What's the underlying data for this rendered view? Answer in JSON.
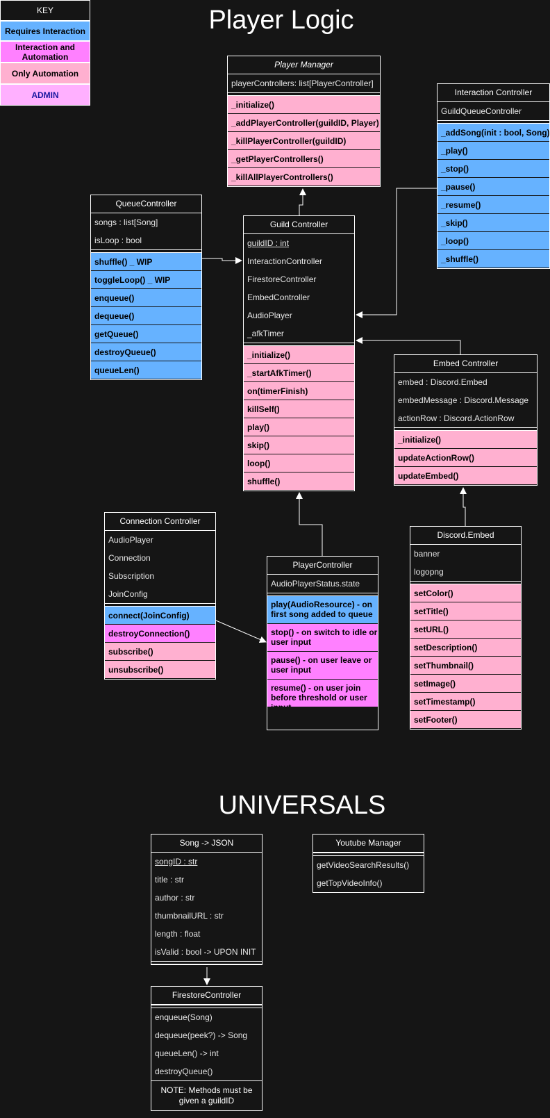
{
  "titles": {
    "player_logic": "Player Logic",
    "universals": "UNIVERSALS"
  },
  "key": {
    "title": "KEY",
    "items": [
      {
        "label": "Requires Interaction",
        "color": "#66b2ff"
      },
      {
        "label": "Interaction and Automation",
        "color": "#ff80ff"
      },
      {
        "label": "Only Automation",
        "color": "#ffb0d0"
      },
      {
        "label": "ADMIN",
        "color": "#ffb0ff"
      }
    ]
  },
  "player_manager": {
    "title": "Player Manager",
    "attributes": [
      "playerControllers: list[PlayerController]"
    ],
    "methods": [
      "_initialize()",
      "_addPlayerController(guildID, Player)",
      "_killPlayerController(guildID)",
      "_getPlayerControllers()",
      "_killAllPlayerControllers()"
    ]
  },
  "interaction_controller": {
    "title": "Interaction Controller",
    "attributes": [
      "GuildQueueController"
    ],
    "methods": [
      "_addSong(init : bool, Song)",
      "_play()",
      "_stop()",
      "_pause()",
      "_resume()",
      "_skip()",
      "_loop()",
      "_shuffle()"
    ]
  },
  "queue_controller": {
    "title": "QueueController",
    "attributes": [
      "songs : list[Song]",
      "isLoop : bool"
    ],
    "methods": [
      "shuffle() _ WIP",
      "toggleLoop() _ WIP",
      "enqueue()",
      "dequeue()",
      "getQueue()",
      "destroyQueue()",
      "queueLen()"
    ]
  },
  "guild_controller": {
    "title": "Guild Controller",
    "attributes": [
      "guildID : int",
      "InteractionController",
      "FirestoreController",
      "EmbedController",
      "AudioPlayer",
      "_afkTimer"
    ],
    "methods": [
      "_initialize()",
      "_startAfkTimer()",
      "on(timerFinish)",
      "killSelf()",
      "play()",
      "skip()",
      "loop()",
      "shuffle()"
    ]
  },
  "embed_controller": {
    "title": "Embed Controller",
    "attributes": [
      "embed : Discord.Embed",
      "embedMessage : Discord.Message",
      "actionRow : Discord.ActionRow"
    ],
    "methods": [
      "_initialize()",
      "updateActionRow()",
      "updateEmbed()"
    ]
  },
  "connection_controller": {
    "title": "Connection Controller",
    "attributes": [
      "AudioPlayer",
      "Connection",
      "Subscription",
      "JoinConfig"
    ],
    "methods": [
      "connect(JoinConfig)",
      "destroyConnection()",
      "subscribe()",
      "unsubscribe()"
    ]
  },
  "player_controller": {
    "title": "PlayerController",
    "attributes": [
      "AudioPlayerStatus.state"
    ],
    "methods": [
      "play(AudioResource) - on first song added to queue",
      "stop() - on switch to idle or user input",
      "pause() - on user leave or user input",
      "resume() - on user join before threshold or user input"
    ]
  },
  "discord_embed": {
    "title": "Discord.Embed",
    "attributes": [
      "banner",
      "logopng"
    ],
    "methods": [
      "setColor()",
      "setTitle()",
      "setURL()",
      "setDescription()",
      "setThumbnail()",
      "setImage()",
      "setTimestamp()",
      "setFooter()"
    ]
  },
  "song": {
    "title": "Song -> JSON",
    "attributes": [
      "songID : str",
      "title : str",
      "author : str",
      "thumbnailURL : str",
      "length : float",
      "isValid : bool -> UPON INIT"
    ]
  },
  "youtube_manager": {
    "title": "Youtube Manager",
    "methods": [
      "getVideoSearchResults()",
      "getTopVideoInfo()"
    ]
  },
  "firestore_controller": {
    "title": "FirestoreController",
    "methods": [
      "enqueue(Song)",
      "dequeue(peek?) -> Song",
      "queueLen() -> int",
      "destroyQueue()"
    ],
    "note": "NOTE: Methods must be given a guildID"
  }
}
